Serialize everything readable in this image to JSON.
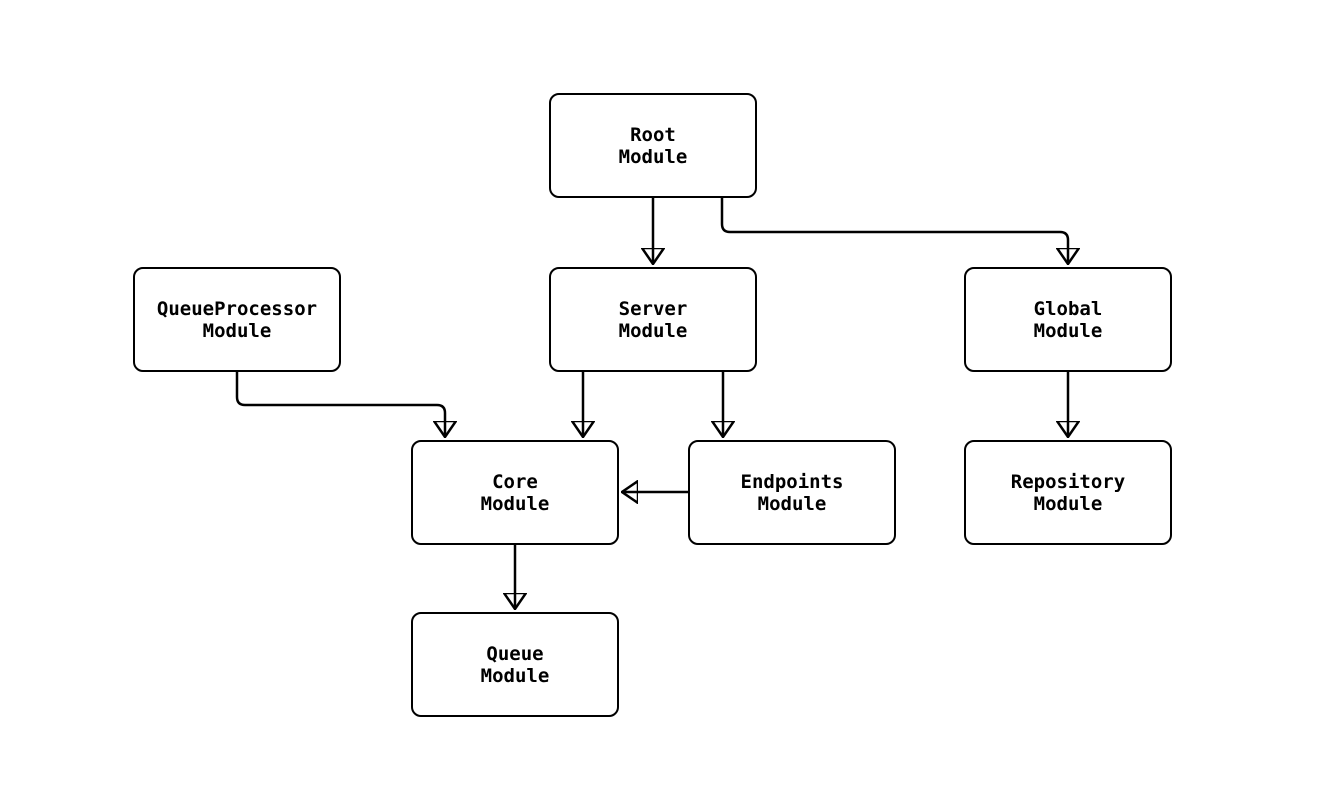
{
  "diagram": {
    "type": "flowchart",
    "background_color": "#ffffff",
    "stroke_color": "#000000",
    "nodes": [
      {
        "id": "root",
        "label": "Root\nModule"
      },
      {
        "id": "queueprocessor",
        "label": "QueueProcessor\nModule"
      },
      {
        "id": "server",
        "label": "Server\nModule"
      },
      {
        "id": "global",
        "label": "Global\nModule"
      },
      {
        "id": "core",
        "label": "Core\nModule"
      },
      {
        "id": "endpoints",
        "label": "Endpoints\nModule"
      },
      {
        "id": "repository",
        "label": "Repository\nModule"
      },
      {
        "id": "queue",
        "label": "Queue\nModule"
      }
    ],
    "edges": [
      {
        "from": "root",
        "to": "server"
      },
      {
        "from": "root",
        "to": "global"
      },
      {
        "from": "queueprocessor",
        "to": "core"
      },
      {
        "from": "server",
        "to": "core"
      },
      {
        "from": "server",
        "to": "endpoints"
      },
      {
        "from": "endpoints",
        "to": "core"
      },
      {
        "from": "global",
        "to": "repository"
      },
      {
        "from": "core",
        "to": "queue"
      }
    ]
  }
}
